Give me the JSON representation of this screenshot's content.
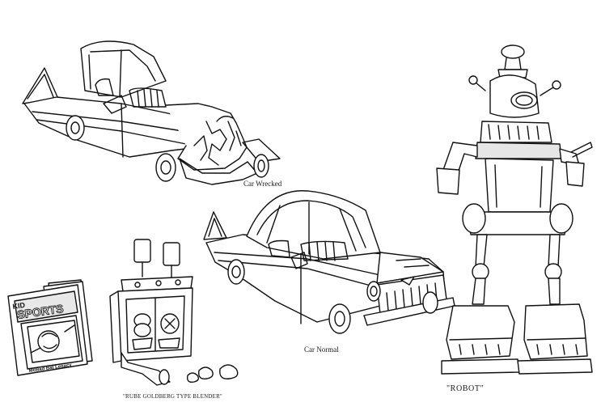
{
  "captions": {
    "car_wrecked": "Car Wrecked",
    "car_normal": "Car Normal",
    "blender": "\"RUBE GOLDBERG TYPE BLENDER\"",
    "robot": "\"ROBOT\""
  },
  "magazine": {
    "kid": "KID",
    "sports": "SPORTS",
    "caption": "McBad Bat Legacy"
  },
  "colors": {
    "ink": "#111111",
    "paper": "#ffffff",
    "shade": "#d9d9d9"
  }
}
